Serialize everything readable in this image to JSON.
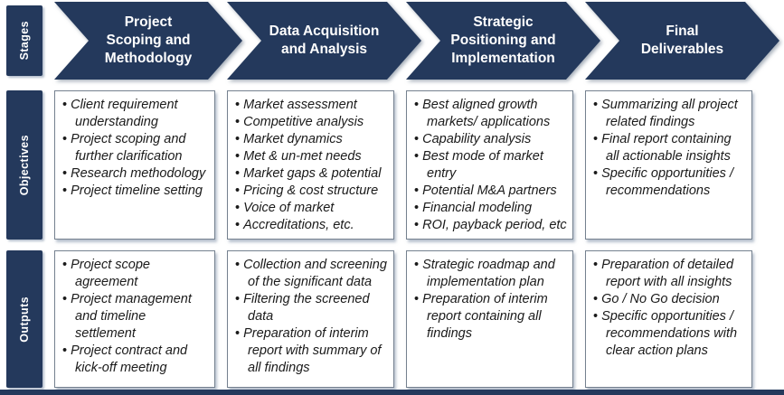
{
  "palette": {
    "navy": "#24395c",
    "box_border": "#75818f",
    "text": "#1a1a1a",
    "label_text": "#ffffff"
  },
  "row_labels": {
    "stages": "Stages",
    "objectives": "Objectives",
    "outputs": "Outputs"
  },
  "columns": [
    {
      "stage": "Project Scoping and Methodology",
      "objectives": [
        "Client requirement understanding",
        "Project scoping and further clarification",
        "Research methodology",
        "Project timeline setting"
      ],
      "outputs": [
        "Project scope agreement",
        "Project management and timeline settlement",
        "Project contract and kick-off meeting"
      ]
    },
    {
      "stage": "Data Acquisition and Analysis",
      "objectives": [
        "Market assessment",
        "Competitive analysis",
        "Market dynamics",
        "Met & un-met needs",
        "Market gaps & potential",
        "Pricing & cost structure",
        "Voice of market",
        "Accreditations, etc."
      ],
      "outputs": [
        "Collection and screening of the significant data",
        "Filtering the screened data",
        "Preparation of interim report with summary of all findings"
      ]
    },
    {
      "stage": "Strategic Positioning and Implementation",
      "objectives": [
        "Best aligned growth markets/ applications",
        "Capability analysis",
        "Best mode of market entry",
        "Potential M&A partners",
        "Financial modeling",
        "ROI, payback period, etc"
      ],
      "outputs": [
        "Strategic roadmap and implementation plan",
        "Preparation of interim report containing all findings"
      ]
    },
    {
      "stage": "Final Deliverables",
      "objectives": [
        "Summarizing all project related findings",
        "Final report containing all actionable insights",
        "Specific opportunities / recommendations"
      ],
      "outputs": [
        "Preparation of detailed report with all insights",
        "Go / No Go decision",
        "Specific opportunities / recommendations with clear action plans"
      ]
    }
  ]
}
